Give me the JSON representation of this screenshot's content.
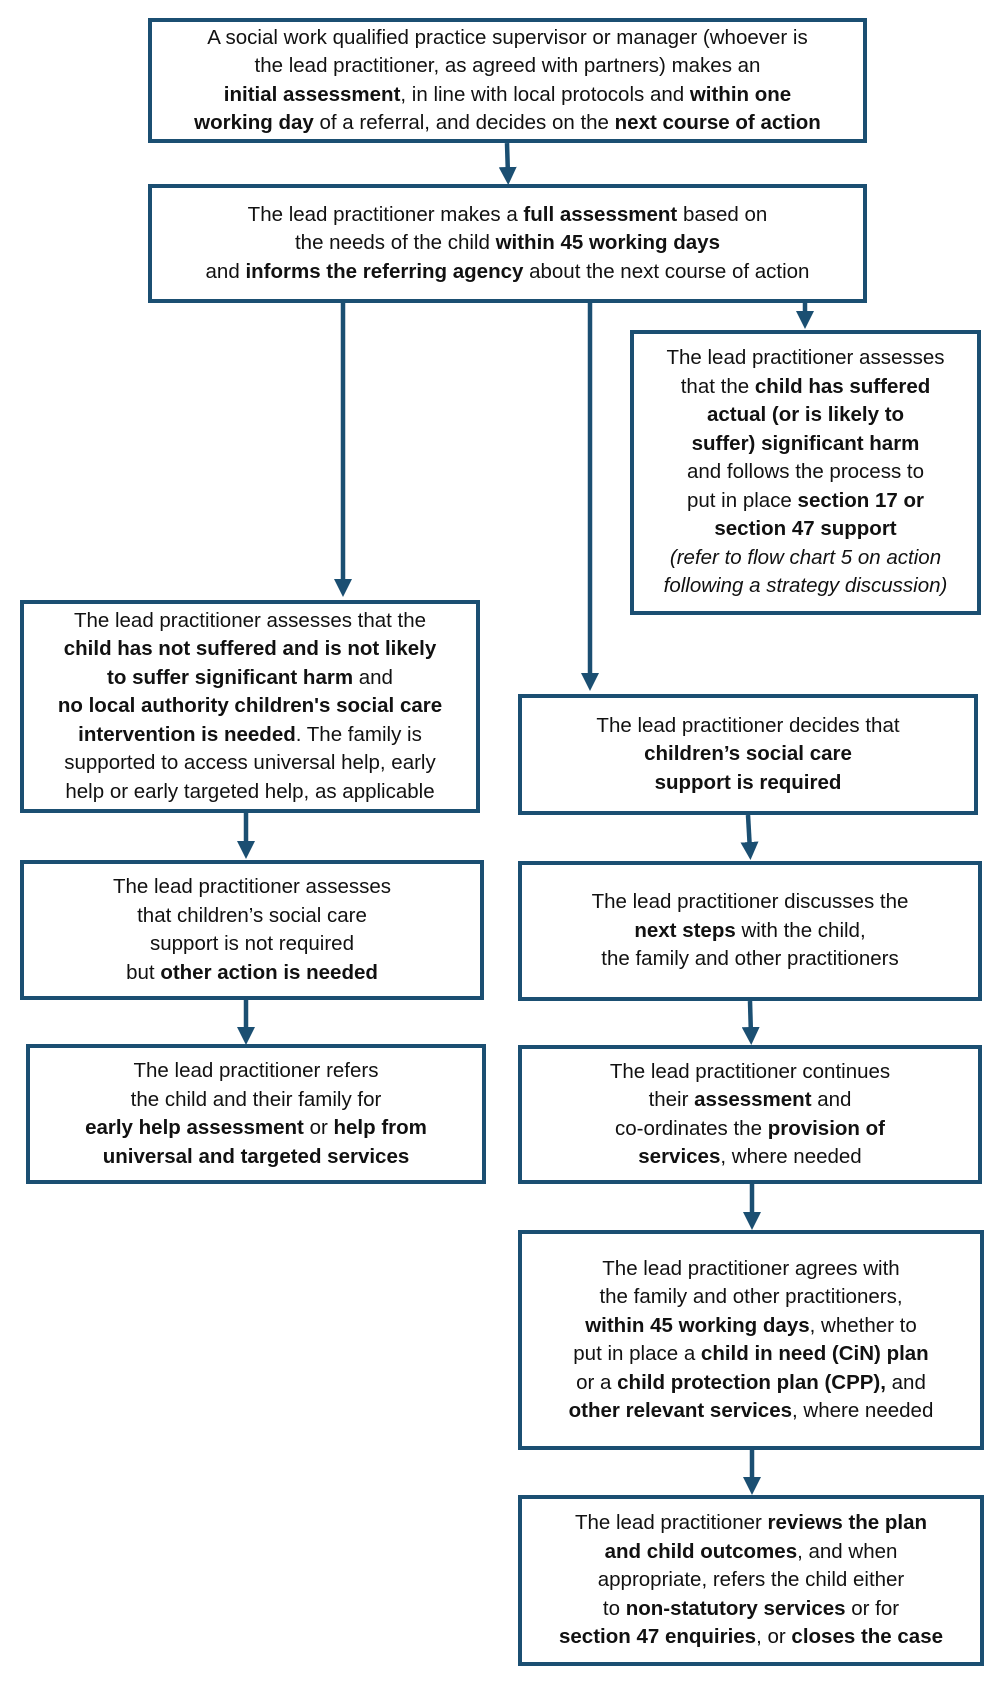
{
  "theme": {
    "box_border": "#1b4f72",
    "arrow": "#1b4f72"
  },
  "boxes": [
    {
      "id": "b1",
      "lines": [
        [
          [
            "A social work qualified practice supervisor or manager (whoever is",
            ""
          ]
        ],
        [
          [
            "the lead practitioner, as agreed with partners) makes an",
            ""
          ]
        ],
        [
          [
            "initial assessment",
            "b"
          ],
          [
            ", in line with local protocols and ",
            ""
          ],
          [
            "within one",
            "b"
          ]
        ],
        [
          [
            "working day",
            "b"
          ],
          [
            " of a referral, and decides on the ",
            ""
          ],
          [
            "next course of action",
            "b"
          ]
        ]
      ]
    },
    {
      "id": "b2",
      "lines": [
        [
          [
            "The lead practitioner makes a ",
            ""
          ],
          [
            "full assessment",
            "b"
          ],
          [
            " based on",
            ""
          ]
        ],
        [
          [
            "the needs of the child ",
            ""
          ],
          [
            "within 45 working days",
            "b"
          ]
        ],
        [
          [
            "and ",
            ""
          ],
          [
            "informs the referring agency",
            "b"
          ],
          [
            " about the next course of action",
            ""
          ]
        ]
      ]
    },
    {
      "id": "b3",
      "lines": [
        [
          [
            "The lead practitioner assesses",
            ""
          ]
        ],
        [
          [
            "that the ",
            ""
          ],
          [
            "child has suffered",
            "b"
          ]
        ],
        [
          [
            "actual (or is likely to",
            "b"
          ]
        ],
        [
          [
            "suffer) significant harm",
            "b"
          ]
        ],
        [
          [
            "and follows the process to",
            ""
          ]
        ],
        [
          [
            "put in place ",
            ""
          ],
          [
            "section 17 or",
            "b"
          ]
        ],
        [
          [
            "section 47 support",
            "b"
          ]
        ],
        [
          [
            "(refer to flow chart 5 on action",
            "i"
          ]
        ],
        [
          [
            "following a strategy discussion)",
            "i"
          ]
        ]
      ]
    },
    {
      "id": "b4",
      "lines": [
        [
          [
            "The lead practitioner assesses that the",
            ""
          ]
        ],
        [
          [
            "child has not suffered and is not likely",
            "b"
          ]
        ],
        [
          [
            "to suffer significant harm",
            "b"
          ],
          [
            " and",
            ""
          ]
        ],
        [
          [
            "no local authority children's social care",
            "b"
          ]
        ],
        [
          [
            "intervention is needed",
            "b"
          ],
          [
            ". The family is",
            ""
          ]
        ],
        [
          [
            "supported to access universal help, early",
            ""
          ]
        ],
        [
          [
            "help or early targeted help, as applicable",
            ""
          ]
        ]
      ]
    },
    {
      "id": "b5",
      "lines": [
        [
          [
            "The lead practitioner decides that",
            ""
          ]
        ],
        [
          [
            "children’s social care",
            "b"
          ]
        ],
        [
          [
            "support is required",
            "b"
          ]
        ]
      ]
    },
    {
      "id": "b6",
      "lines": [
        [
          [
            "The lead practitioner assesses",
            ""
          ]
        ],
        [
          [
            "that children’s social care",
            ""
          ]
        ],
        [
          [
            "support is not required",
            ""
          ]
        ],
        [
          [
            "but ",
            ""
          ],
          [
            "other action is needed",
            "b"
          ]
        ]
      ]
    },
    {
      "id": "b7",
      "lines": [
        [
          [
            "The lead practitioner discusses the",
            ""
          ]
        ],
        [
          [
            "next steps",
            "b"
          ],
          [
            " with the child,",
            ""
          ]
        ],
        [
          [
            "the family and other practitioners",
            ""
          ]
        ]
      ]
    },
    {
      "id": "b8",
      "lines": [
        [
          [
            "The lead practitioner refers",
            ""
          ]
        ],
        [
          [
            "the child and their family for",
            ""
          ]
        ],
        [
          [
            "early help assessment",
            "b"
          ],
          [
            " or ",
            ""
          ],
          [
            "help from",
            "b"
          ]
        ],
        [
          [
            "universal and targeted services",
            "b"
          ]
        ]
      ]
    },
    {
      "id": "b9",
      "lines": [
        [
          [
            "The lead practitioner continues",
            ""
          ]
        ],
        [
          [
            "their ",
            ""
          ],
          [
            "assessment",
            "b"
          ],
          [
            " and",
            ""
          ]
        ],
        [
          [
            "co-ordinates the ",
            ""
          ],
          [
            "provision of",
            "b"
          ]
        ],
        [
          [
            "services",
            "b"
          ],
          [
            ", where needed",
            ""
          ]
        ]
      ]
    },
    {
      "id": "b10",
      "lines": [
        [
          [
            "The lead practitioner agrees with",
            ""
          ]
        ],
        [
          [
            "the family and other practitioners,",
            ""
          ]
        ],
        [
          [
            "within 45 working days",
            "b"
          ],
          [
            ", whether to",
            ""
          ]
        ],
        [
          [
            "put in place a ",
            ""
          ],
          [
            "child in need (CiN) plan",
            "b"
          ]
        ],
        [
          [
            "or a ",
            ""
          ],
          [
            "child protection plan (CPP),",
            "b"
          ],
          [
            " and",
            ""
          ]
        ],
        [
          [
            "other relevant services",
            "b"
          ],
          [
            ", where needed",
            ""
          ]
        ]
      ]
    },
    {
      "id": "b11",
      "lines": [
        [
          [
            "The lead practitioner ",
            ""
          ],
          [
            "reviews the plan",
            "b"
          ]
        ],
        [
          [
            "and child outcomes",
            "b"
          ],
          [
            ", and when",
            ""
          ]
        ],
        [
          [
            "appropriate, refers the child either",
            ""
          ]
        ],
        [
          [
            "to ",
            ""
          ],
          [
            "non-statutory services",
            "b"
          ],
          [
            " or for",
            ""
          ]
        ],
        [
          [
            "section 47 enquiries",
            "b"
          ],
          [
            ", or ",
            ""
          ],
          [
            "closes the case",
            "b"
          ]
        ]
      ]
    }
  ]
}
